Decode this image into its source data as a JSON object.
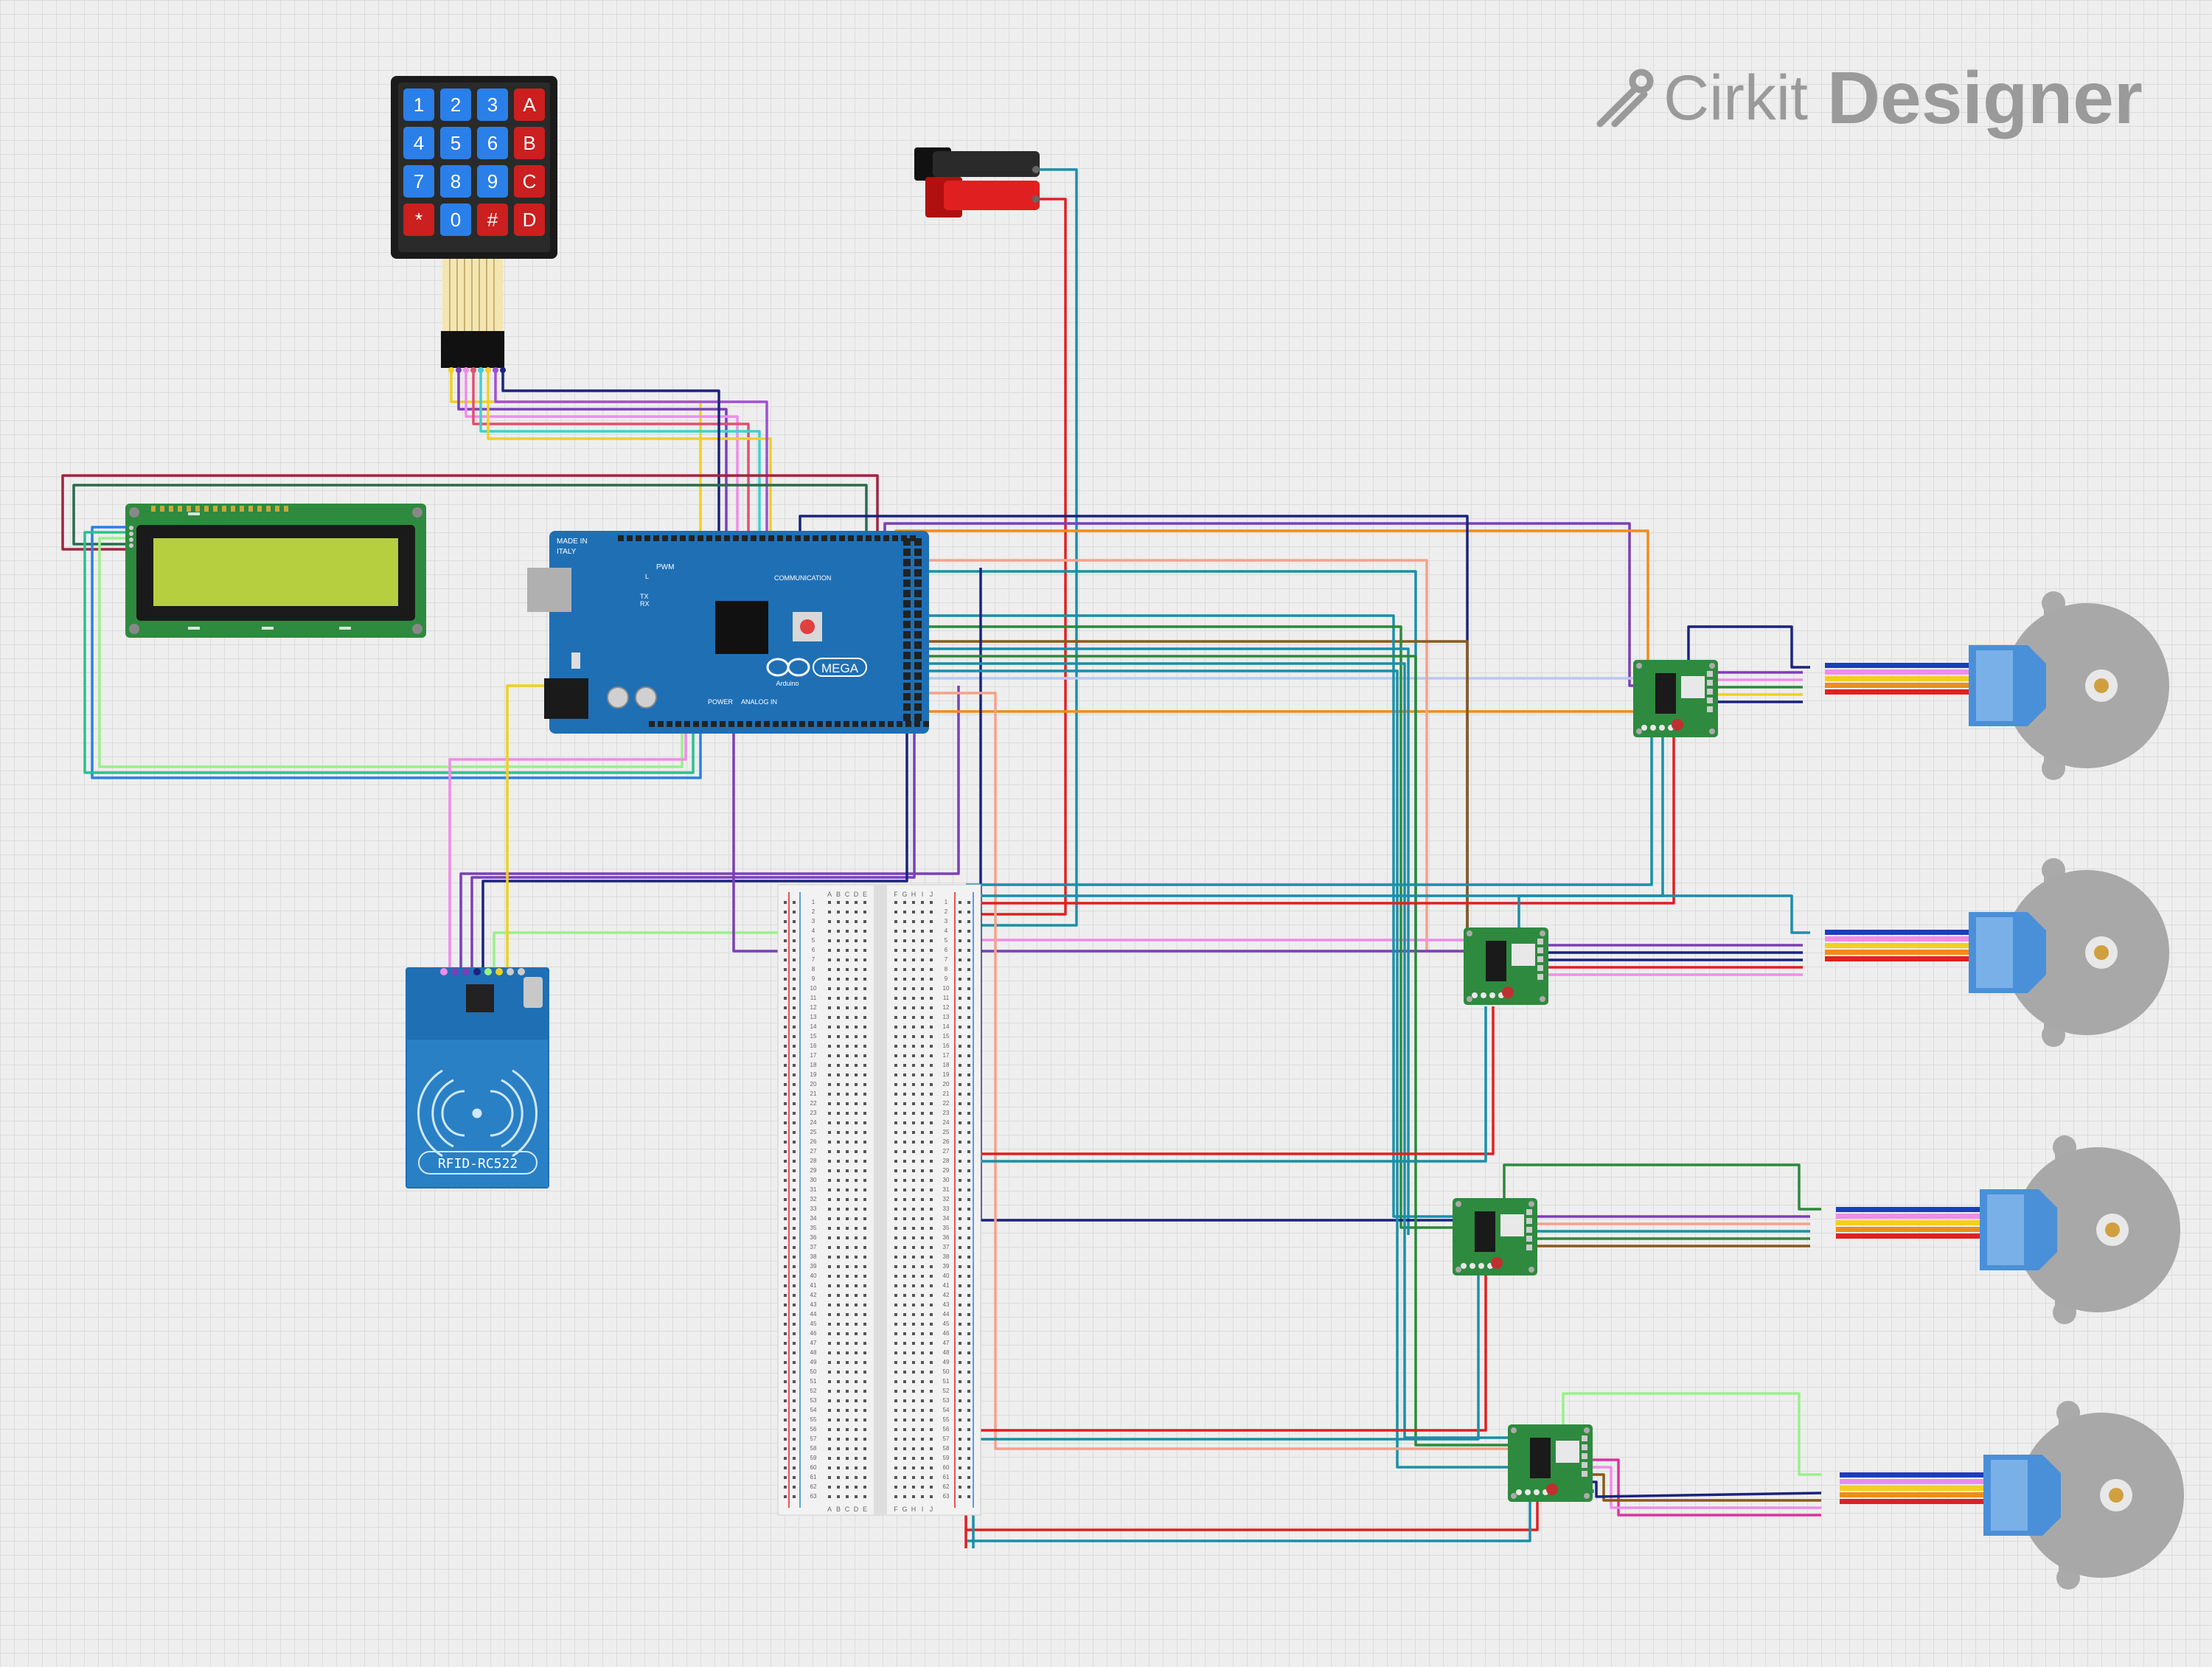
{
  "brand": {
    "name_light": "Cirkit",
    "name_bold": "Designer",
    "logo_icon": "cirkit-logo-icon"
  },
  "keypad": {
    "keys": [
      {
        "label": "1",
        "color": "#2b7fe8"
      },
      {
        "label": "2",
        "color": "#2b7fe8"
      },
      {
        "label": "3",
        "color": "#2b7fe8"
      },
      {
        "label": "A",
        "color": "#cc1f1f"
      },
      {
        "label": "4",
        "color": "#2b7fe8"
      },
      {
        "label": "5",
        "color": "#2b7fe8"
      },
      {
        "label": "6",
        "color": "#2b7fe8"
      },
      {
        "label": "B",
        "color": "#cc1f1f"
      },
      {
        "label": "7",
        "color": "#2b7fe8"
      },
      {
        "label": "8",
        "color": "#2b7fe8"
      },
      {
        "label": "9",
        "color": "#2b7fe8"
      },
      {
        "label": "C",
        "color": "#cc1f1f"
      },
      {
        "label": "*",
        "color": "#cc1f1f"
      },
      {
        "label": "0",
        "color": "#2b7fe8"
      },
      {
        "label": "#",
        "color": "#cc1f1f"
      },
      {
        "label": "D",
        "color": "#cc1f1f"
      }
    ]
  },
  "arduino": {
    "made_in": "MADE IN",
    "italy": "ITALY",
    "model": "MEGA",
    "brand": "Arduino",
    "pwm": "PWM",
    "communication": "COMMUNICATION",
    "power": "POWER",
    "analog_in": "ANALOG IN",
    "led_l": "L",
    "led_tx": "TX",
    "led_rx": "RX"
  },
  "rfid": {
    "label": "RFID-RC522"
  },
  "breadboard": {
    "column_letters_left": [
      "A",
      "B",
      "C",
      "D",
      "E"
    ],
    "column_letters_right": [
      "F",
      "G",
      "H",
      "I",
      "J"
    ],
    "rows": 63
  },
  "drivers": [
    "ULN2003 driver 1",
    "ULN2003 driver 2",
    "ULN2003 driver 3",
    "ULN2003 driver 4"
  ],
  "motors": [
    "stepper motor 1",
    "stepper motor 2",
    "stepper motor 3",
    "stepper motor 4"
  ],
  "colors": {
    "pcb_blue": "#1f6fb5",
    "pcb_green": "#2e8a3e",
    "lcd_screen": "#b5cf3f",
    "wire_red": "#e02020",
    "wire_teal": "#1a8fa8",
    "wire_purple": "#7a3fb8",
    "wire_navy": "#1a237e",
    "wire_orange": "#f08c1a",
    "wire_green": "#2a8a3a",
    "wire_pink": "#f08ce8",
    "wire_brown": "#8a5a1a",
    "wire_salmon": "#f4a28c",
    "wire_yellow": "#f0d020",
    "wire_lime": "#9af08c"
  }
}
